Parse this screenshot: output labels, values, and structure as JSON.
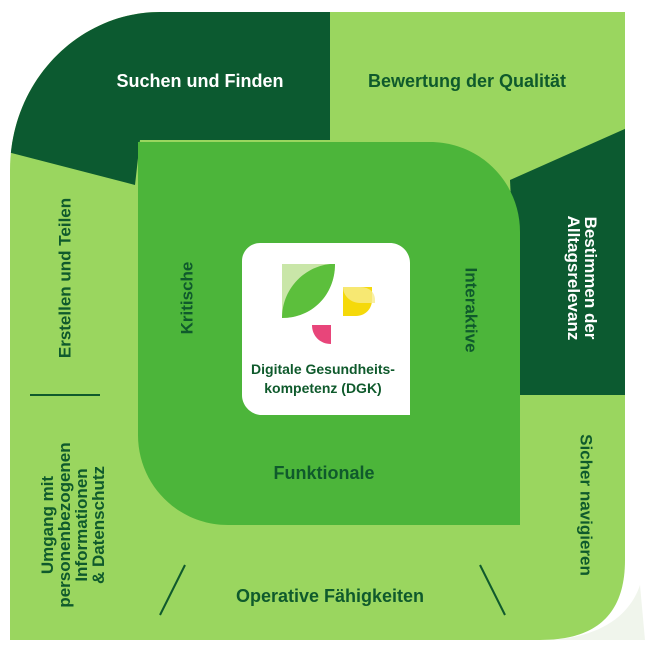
{
  "colors": {
    "dark_green": "#0c5a30",
    "light_green": "#9ad65f",
    "mid_green": "#4cb53a",
    "text_green": "#0f5a2c",
    "white": "#ffffff",
    "logo_yellow": "#f5d90a",
    "logo_pink": "#e8457a"
  },
  "outer": {
    "top_left": "Suchen und Finden",
    "top_right": "Bewertung der Qualität",
    "right_top": "Bestimmen der Alltagsrelevanz",
    "right_bottom": "Sicher navigieren",
    "bottom": "Operative Fähigkeiten",
    "left_top": "Erstellen und Teilen",
    "left_bottom_lines": [
      "Umgang mit",
      "personenbezogenen",
      "Informationen",
      "& Datenschutz"
    ]
  },
  "inner": {
    "left": "Kritische",
    "right": "Interaktive",
    "bottom": "Funktionale"
  },
  "logo": {
    "line1": "Digitale Gesundheits-",
    "line2": "kompetenz (DGK)"
  }
}
